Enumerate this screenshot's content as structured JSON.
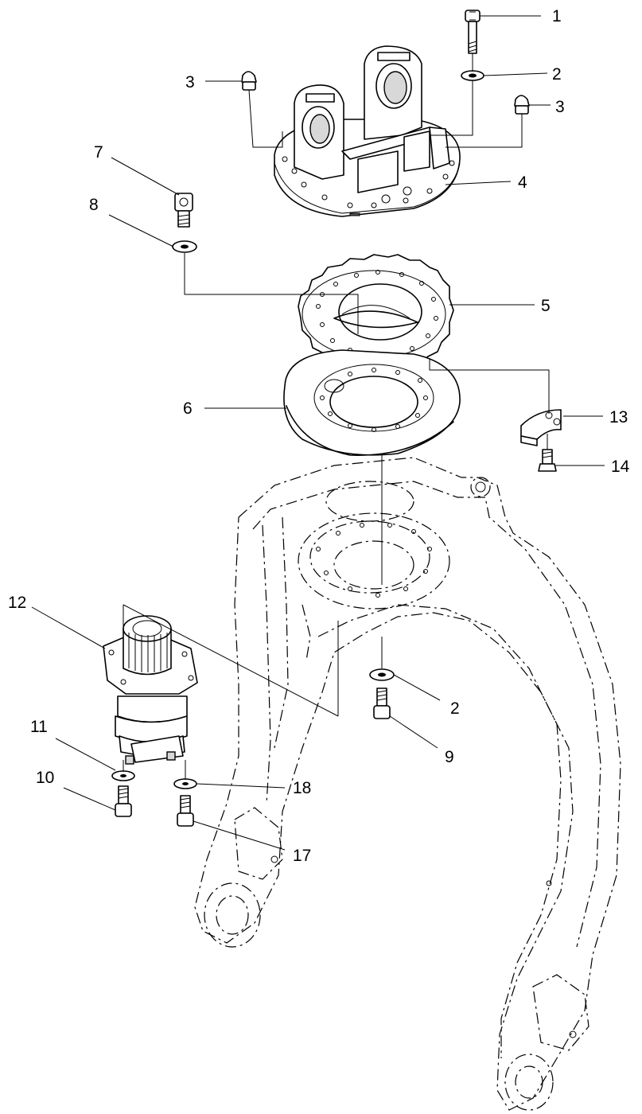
{
  "callouts": {
    "c1": "1",
    "c2a": "2",
    "c2b": "2",
    "c3a": "3",
    "c3b": "3",
    "c4": "4",
    "c5": "5",
    "c6": "6",
    "c7": "7",
    "c8": "8",
    "c9": "9",
    "c10": "10",
    "c11": "11",
    "c12": "12",
    "c13": "13",
    "c14": "14",
    "c17": "17",
    "c18": "18"
  }
}
